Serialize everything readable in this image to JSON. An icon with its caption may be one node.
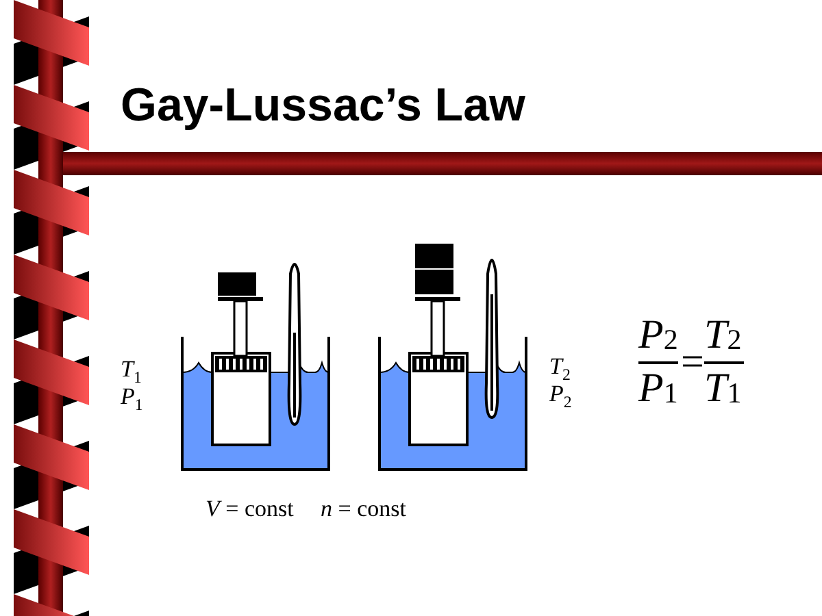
{
  "diagram": {
    "title": "Gay-Lussac’s Law",
    "labels": [
      "*T*$_{1}$",
      "*P*$_{1}$",
      "*T*$_{2}$",
      "*P*$_{2}$",
      "*P*$_{2}$",
      "=",
      "*T*$_{2}$",
      "*P*$_{1}$",
      "*T*$_{1}$",
      "*V* = const",
      "*n* = const"
    ]
  }
}
